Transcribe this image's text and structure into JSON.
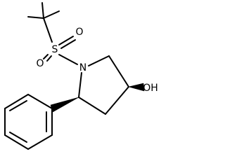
{
  "molecule": {
    "atoms": {
      "sulfur": "S",
      "oxygen_top": "O",
      "oxygen_bottom": "O",
      "nitrogen": "N",
      "hydroxyl": "OH"
    }
  },
  "colors": {
    "bond": "#000000",
    "background": "#ffffff"
  }
}
